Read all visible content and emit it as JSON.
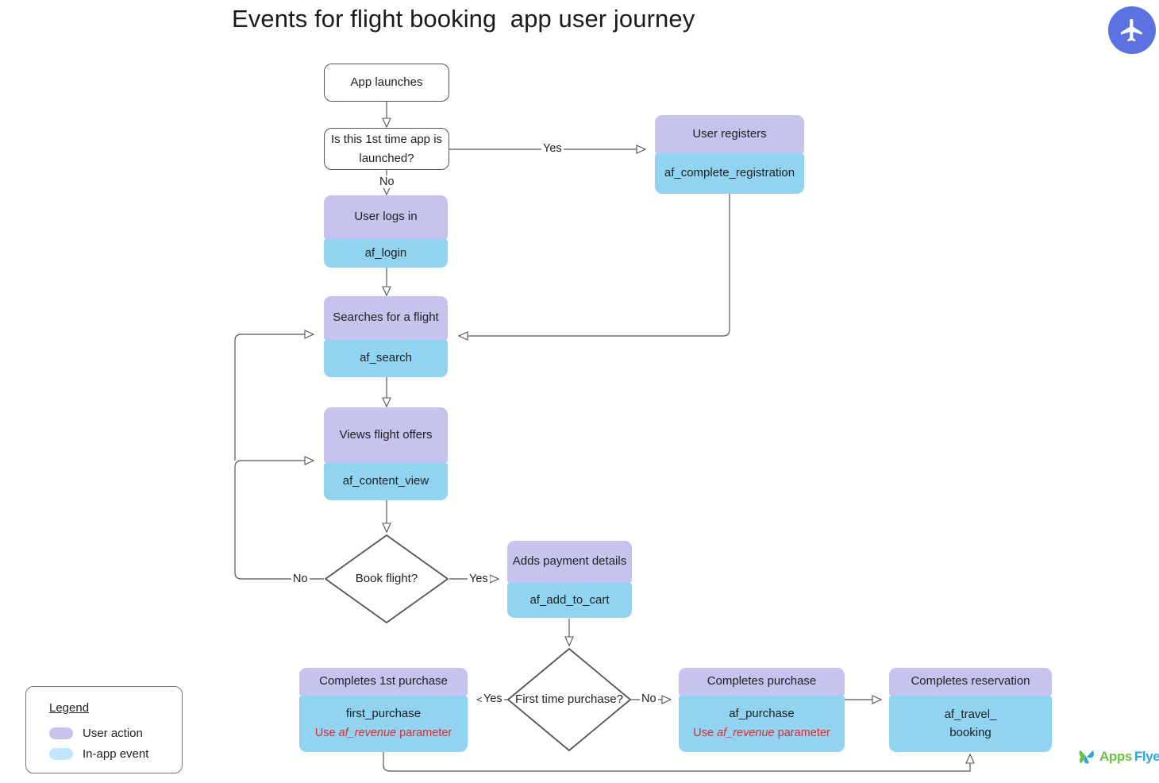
{
  "page": {
    "title": "Events for flight booking  app user journey",
    "plane_icon": "airplane-icon",
    "brand_logo": {
      "icon": "appsflyer-butterfly-icon",
      "part1": "Apps",
      "part2": "Flyer"
    }
  },
  "colors": {
    "user_action": "#c6c3ef",
    "in_app_event": "#91d4f2",
    "note_red": "#e8262a",
    "stroke": "#555555",
    "plane_badge": "#5b72e0",
    "logo_green": "#6cc04a",
    "logo_blue": "#2aa9e0"
  },
  "nodes": {
    "app_launches": {
      "label": "App launches",
      "type": "terminal"
    },
    "first_time_decision": {
      "label": "Is this 1st time app is launched?",
      "type": "decision-box"
    },
    "user_registers": {
      "action": "User registers",
      "event": "af_complete_registration",
      "type": "action-event"
    },
    "user_logs_in": {
      "action": "User logs in",
      "event": "af_login",
      "type": "action-event"
    },
    "searches_flight": {
      "action": "Searches for a flight",
      "event": "af_search",
      "type": "action-event"
    },
    "views_offers": {
      "action": "Views flight offers",
      "event": "af_content_view",
      "type": "action-event"
    },
    "book_flight_decision": {
      "label": "Book flight?",
      "type": "decision"
    },
    "adds_payment": {
      "action": "Adds payment details",
      "event": "af_add_to_cart",
      "type": "action-event"
    },
    "first_time_purchase_decision": {
      "label": "First time purchase?",
      "type": "decision"
    },
    "completes_first_purchase": {
      "action": "Completes 1st purchase",
      "event": "first_purchase",
      "note_prefix": "Use ",
      "note_param": "af_revenue",
      "note_suffix": " parameter",
      "type": "action-event"
    },
    "completes_purchase": {
      "action": "Completes purchase",
      "event": "af_purchase",
      "note_prefix": "Use ",
      "note_param": "af_revenue",
      "note_suffix": " parameter",
      "type": "action-event"
    },
    "completes_reservation": {
      "action": "Completes reservation",
      "event": "af_travel_ booking",
      "event_line1": "af_travel_",
      "event_line2": "booking",
      "type": "action-event"
    }
  },
  "edge_labels": {
    "first_time_yes": "Yes",
    "first_time_no": "No",
    "book_flight_no": "No",
    "book_flight_yes": "Yes",
    "first_purchase_yes": "Yes",
    "first_purchase_no": "No"
  },
  "legend": {
    "title": "Legend",
    "items": [
      {
        "label": "User action",
        "color": "#c6c3ef"
      },
      {
        "label": "In-app event",
        "color": "#bfe6fa"
      }
    ]
  }
}
